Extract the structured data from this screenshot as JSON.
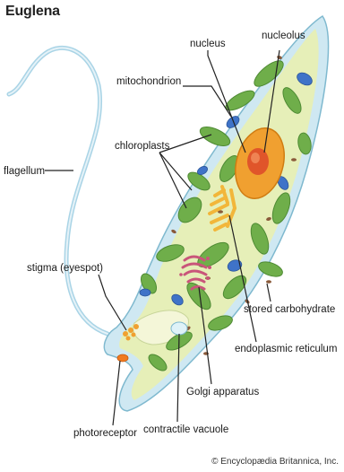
{
  "title": "Euglena",
  "credit": "© Encyclopædia Britannica, Inc.",
  "labels": {
    "nucleus": "nucleus",
    "nucleolus": "nucleolus",
    "mitochondrion": "mitochondrion",
    "chloroplasts": "chloroplasts",
    "flagellum": "flagellum",
    "stigma": "stigma (eyespot)",
    "stored_carbohydrate": "stored carbohydrate",
    "endoplasmic_reticulum": "endoplasmic reticulum",
    "golgi_apparatus": "Golgi apparatus",
    "photoreceptor": "photoreceptor",
    "contractile_vacuole": "contractile vacuole"
  },
  "colors": {
    "cell_outer": "#cfe8f2",
    "cytoplasm": "#e6efb8",
    "chloroplast": "#6fae4a",
    "chloroplast_dark": "#4e8a33",
    "mitochondrion": "#3f73c8",
    "nucleus": "#f0a030",
    "nucleolus": "#e0552a",
    "er": "#f2b63a",
    "golgi": "#c9557a",
    "flagellum": "#a9d4e6",
    "stigma": "#f0a030",
    "stored_carbohydrate": "#8a5a3a"
  }
}
